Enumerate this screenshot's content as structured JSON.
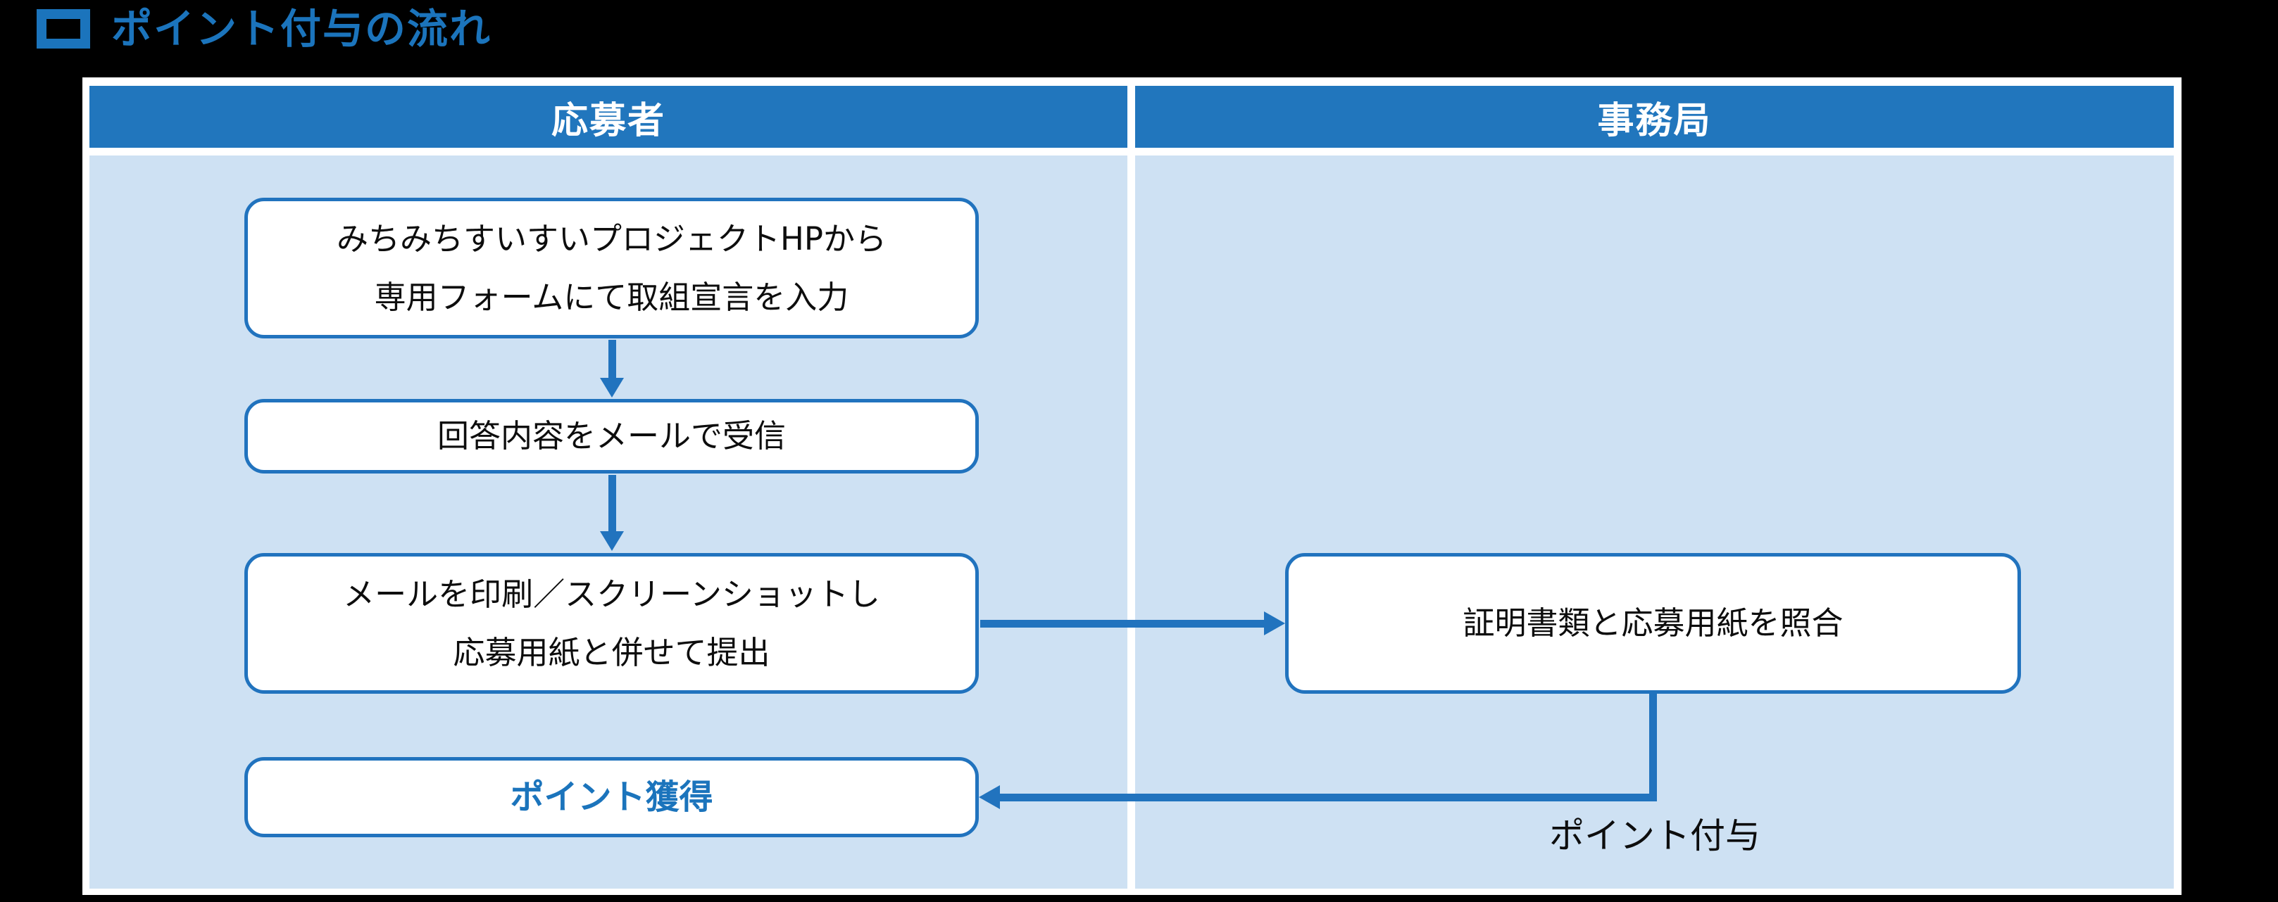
{
  "title": {
    "bullet_icon": "square-bullet-icon",
    "text": "ポイント付与の流れ"
  },
  "colors": {
    "accent": "#2173BE",
    "title": "#1B74BC",
    "header_fill": "#2176BD",
    "body_fill": "#CEE1F3",
    "box_fill": "#FFFFFF",
    "text": "#0D0D0D",
    "page_bg": "#000000"
  },
  "table": {
    "columns": [
      {
        "header": "応募者"
      },
      {
        "header": "事務局"
      }
    ]
  },
  "flow": {
    "applicant_steps": [
      {
        "label": "みちみちすいすいプロジェクトHPから\n専用フォームにて取組宣言を入力"
      },
      {
        "label": "回答内容をメールで受信"
      },
      {
        "label": "メールを印刷／スクリーンショットし\n応募用紙と併せて提出"
      },
      {
        "label": "ポイント獲得",
        "emphasis": true
      }
    ],
    "office_steps": [
      {
        "label": "証明書類と応募用紙を照合"
      }
    ],
    "arrows": [
      {
        "name": "declaration-to-mail",
        "direction": "down"
      },
      {
        "name": "mail-to-submit",
        "direction": "down"
      },
      {
        "name": "submit-to-verify",
        "direction": "right"
      },
      {
        "name": "verify-to-point",
        "direction": "elbow-left",
        "label": "ポイント付与"
      }
    ],
    "arrow_label": "ポイント付与"
  }
}
